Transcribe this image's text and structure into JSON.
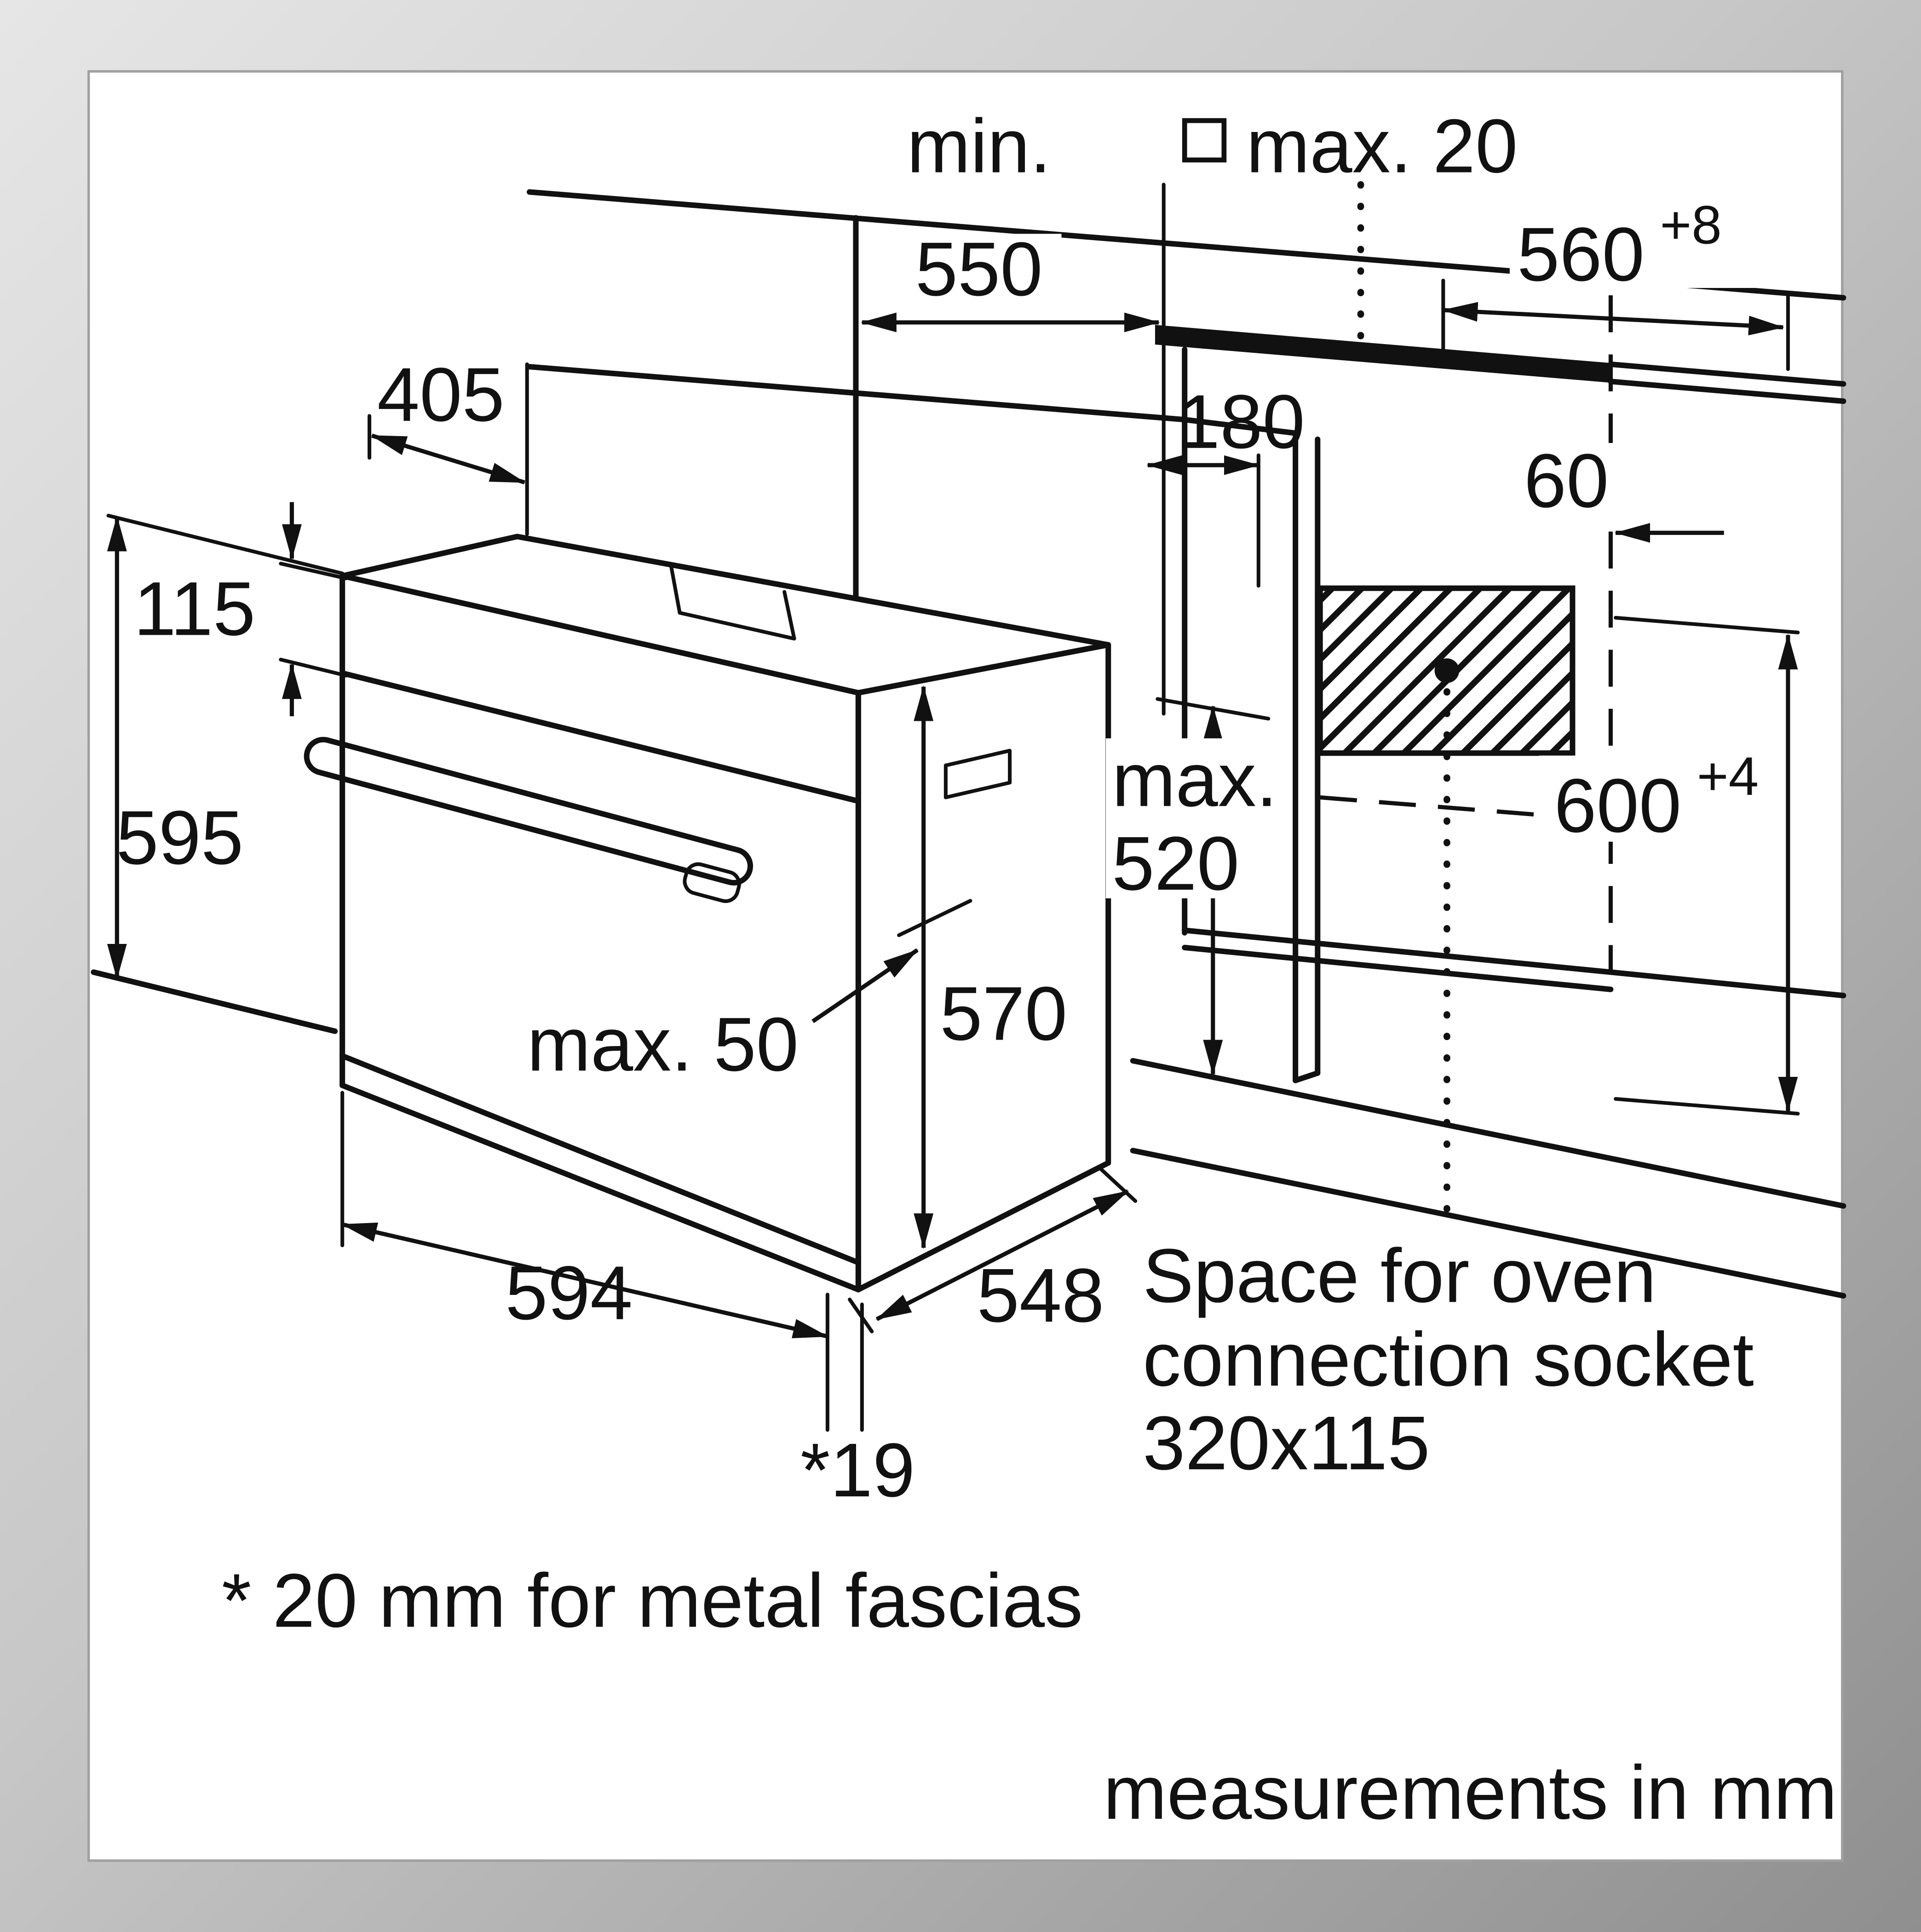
{
  "diagram_title": "built-in oven installation drawing",
  "labels": {
    "min_label": "min.",
    "min_value": "550",
    "max20": "max. 20",
    "w560": "560",
    "w560_tol": "+8",
    "d405": "405",
    "d180": "180",
    "d60": "60",
    "d115": "115",
    "d595": "595",
    "max520_label": "max.",
    "max520_value": "520",
    "h600": "600",
    "h600_tol": "+4",
    "max50": "max. 50",
    "d570": "570",
    "d594": "594",
    "d548": "548",
    "d19": "*19"
  },
  "notes": {
    "socket": [
      "Space for oven",
      "connection socket",
      "320x115"
    ],
    "fascia": "* 20 mm for metal fascias",
    "units": "measurements in mm"
  },
  "colors": {
    "line": "#111111",
    "paper": "#ffffff",
    "frame_light": "#e6e6e6",
    "frame_dark": "#8f8f8f"
  }
}
